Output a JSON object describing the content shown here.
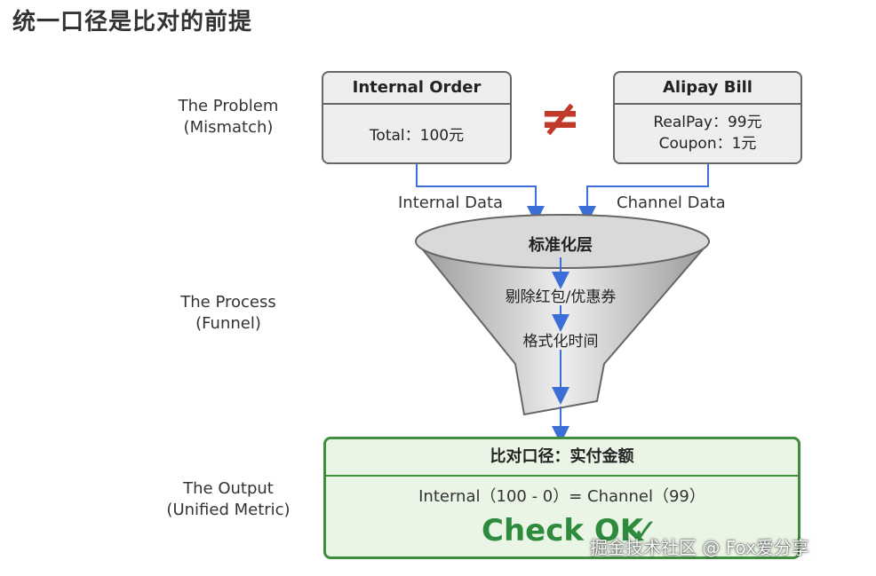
{
  "page_title": "统一口径是比对的前提",
  "stages": {
    "problem": {
      "line1": "The Problem",
      "line2": "(Mismatch)"
    },
    "process": {
      "line1": "The Process",
      "line2": "(Funnel)"
    },
    "output": {
      "line1": "The Output",
      "line2": "(Unified Metric)"
    }
  },
  "internal_order": {
    "title": "Internal Order",
    "line1": "Total：100元"
  },
  "alipay_bill": {
    "title": "Alipay Bill",
    "line1": "RealPay：99元",
    "line2": "Coupon：1元"
  },
  "not_equal_symbol": "≠",
  "flows": {
    "internal": "Internal Data",
    "channel": "Channel Data"
  },
  "funnel": {
    "title": "标准化层",
    "step1": "剔除红包/优惠券",
    "step2": "格式化时间"
  },
  "output_box": {
    "title": "比对口径：实付金额",
    "equation": "Internal（100 - 0）= Channel（99）",
    "result": "Check OK",
    "check_symbol": "✓"
  },
  "watermark": "掘金技术社区 @ Fox爱分享",
  "colors": {
    "not_equal": "#c0392b",
    "arrow": "#3b6fd8",
    "output_border": "#3e8e3e",
    "check_ok": "#2e8b3e"
  }
}
